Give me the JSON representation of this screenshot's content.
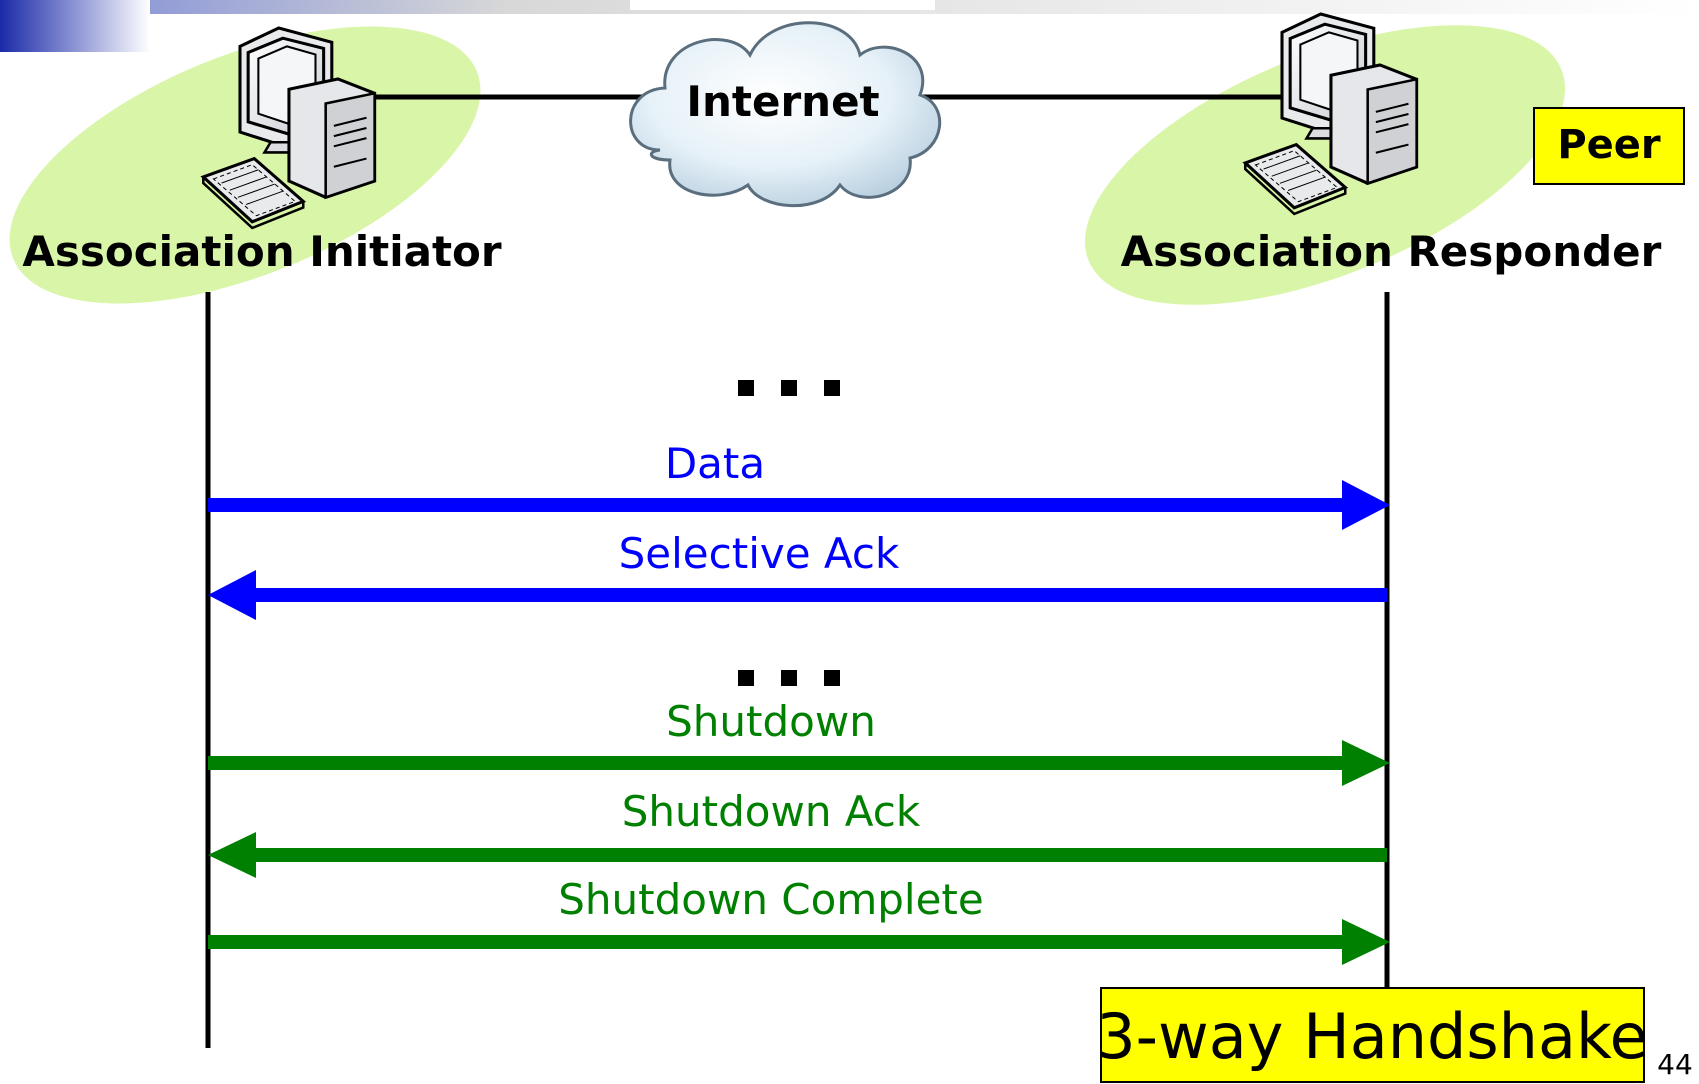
{
  "network": {
    "cloud_label": "Internet"
  },
  "initiator": {
    "label": "Association Initiator"
  },
  "responder": {
    "label": "Association Responder",
    "badge": "Peer"
  },
  "ellipsis_top": "▪ ▪ ▪",
  "ellipsis_mid": "▪ ▪ ▪",
  "messages": [
    {
      "label": "Data",
      "direction": "right",
      "color": "#0000ff"
    },
    {
      "label": "Selective Ack",
      "direction": "left",
      "color": "#0000ff"
    },
    {
      "label": "Shutdown",
      "direction": "right",
      "color": "#008000"
    },
    {
      "label": "Shutdown Ack",
      "direction": "left",
      "color": "#008000"
    },
    {
      "label": "Shutdown Complete",
      "direction": "right",
      "color": "#008000"
    }
  ],
  "footer": {
    "title": "3-way Handshake",
    "page_number": "44"
  },
  "colors": {
    "badge_fill": "#ffff00",
    "ellipse_fill": "#d8f5a8",
    "header_accent": "#1a2aa8"
  },
  "icons": {
    "computer": "computer-icon",
    "cloud": "cloud-icon"
  }
}
